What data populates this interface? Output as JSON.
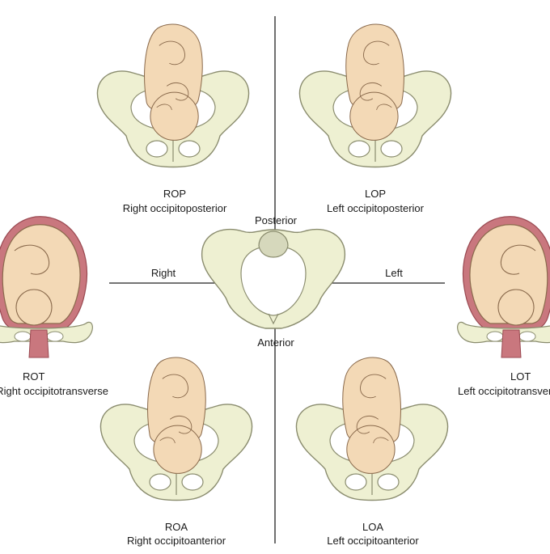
{
  "axes": {
    "posterior": "Posterior",
    "anterior": "Anterior",
    "right": "Right",
    "left": "Left"
  },
  "positions": {
    "rop": {
      "abbr": "ROP",
      "name": "Right occipitoposterior"
    },
    "lop": {
      "abbr": "LOP",
      "name": "Left occipitoposterior"
    },
    "rot": {
      "abbr": "ROT",
      "name": "Right occipitotransverse"
    },
    "lot": {
      "abbr": "LOT",
      "name": "Left occipitotransverse"
    },
    "roa": {
      "abbr": "ROA",
      "name": "Right occipitoanterior"
    },
    "loa": {
      "abbr": "LOA",
      "name": "Left occipitoanterior"
    }
  },
  "colors": {
    "pelvis_fill": "#eef0d2",
    "pelvis_stroke": "#8a8c6e",
    "fetus_fill": "#f3d9b6",
    "fetus_stroke": "#8a6a4c",
    "uterus": "#c9777e",
    "axis_line": "#222222"
  }
}
